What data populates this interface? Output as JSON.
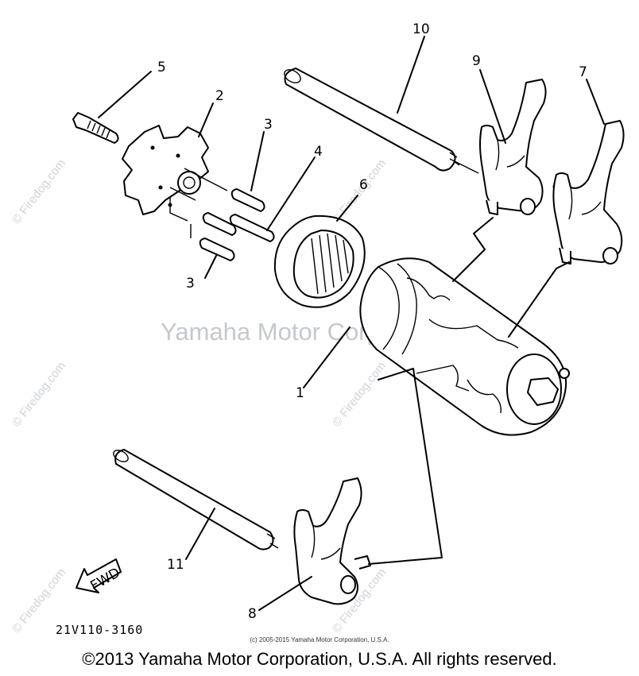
{
  "watermarks": {
    "side": "© Firedog.com",
    "center": "Yamaha Motor Corp., U.S.A."
  },
  "labels": {
    "l1": "1",
    "l2": "2",
    "l3a": "3",
    "l3b": "3",
    "l4": "4",
    "l5": "5",
    "l6": "6",
    "l7": "7",
    "l8": "8",
    "l9": "9",
    "l10": "10",
    "l11": "11"
  },
  "fwd": "FWD",
  "diagram_code": "21V110-3160",
  "small_copyright": "(c) 2005-2015 Yamaha Motor Corporation, U.S.A.",
  "copyright": "©2013 Yamaha Motor Corporation, U.S.A. All rights reserved."
}
